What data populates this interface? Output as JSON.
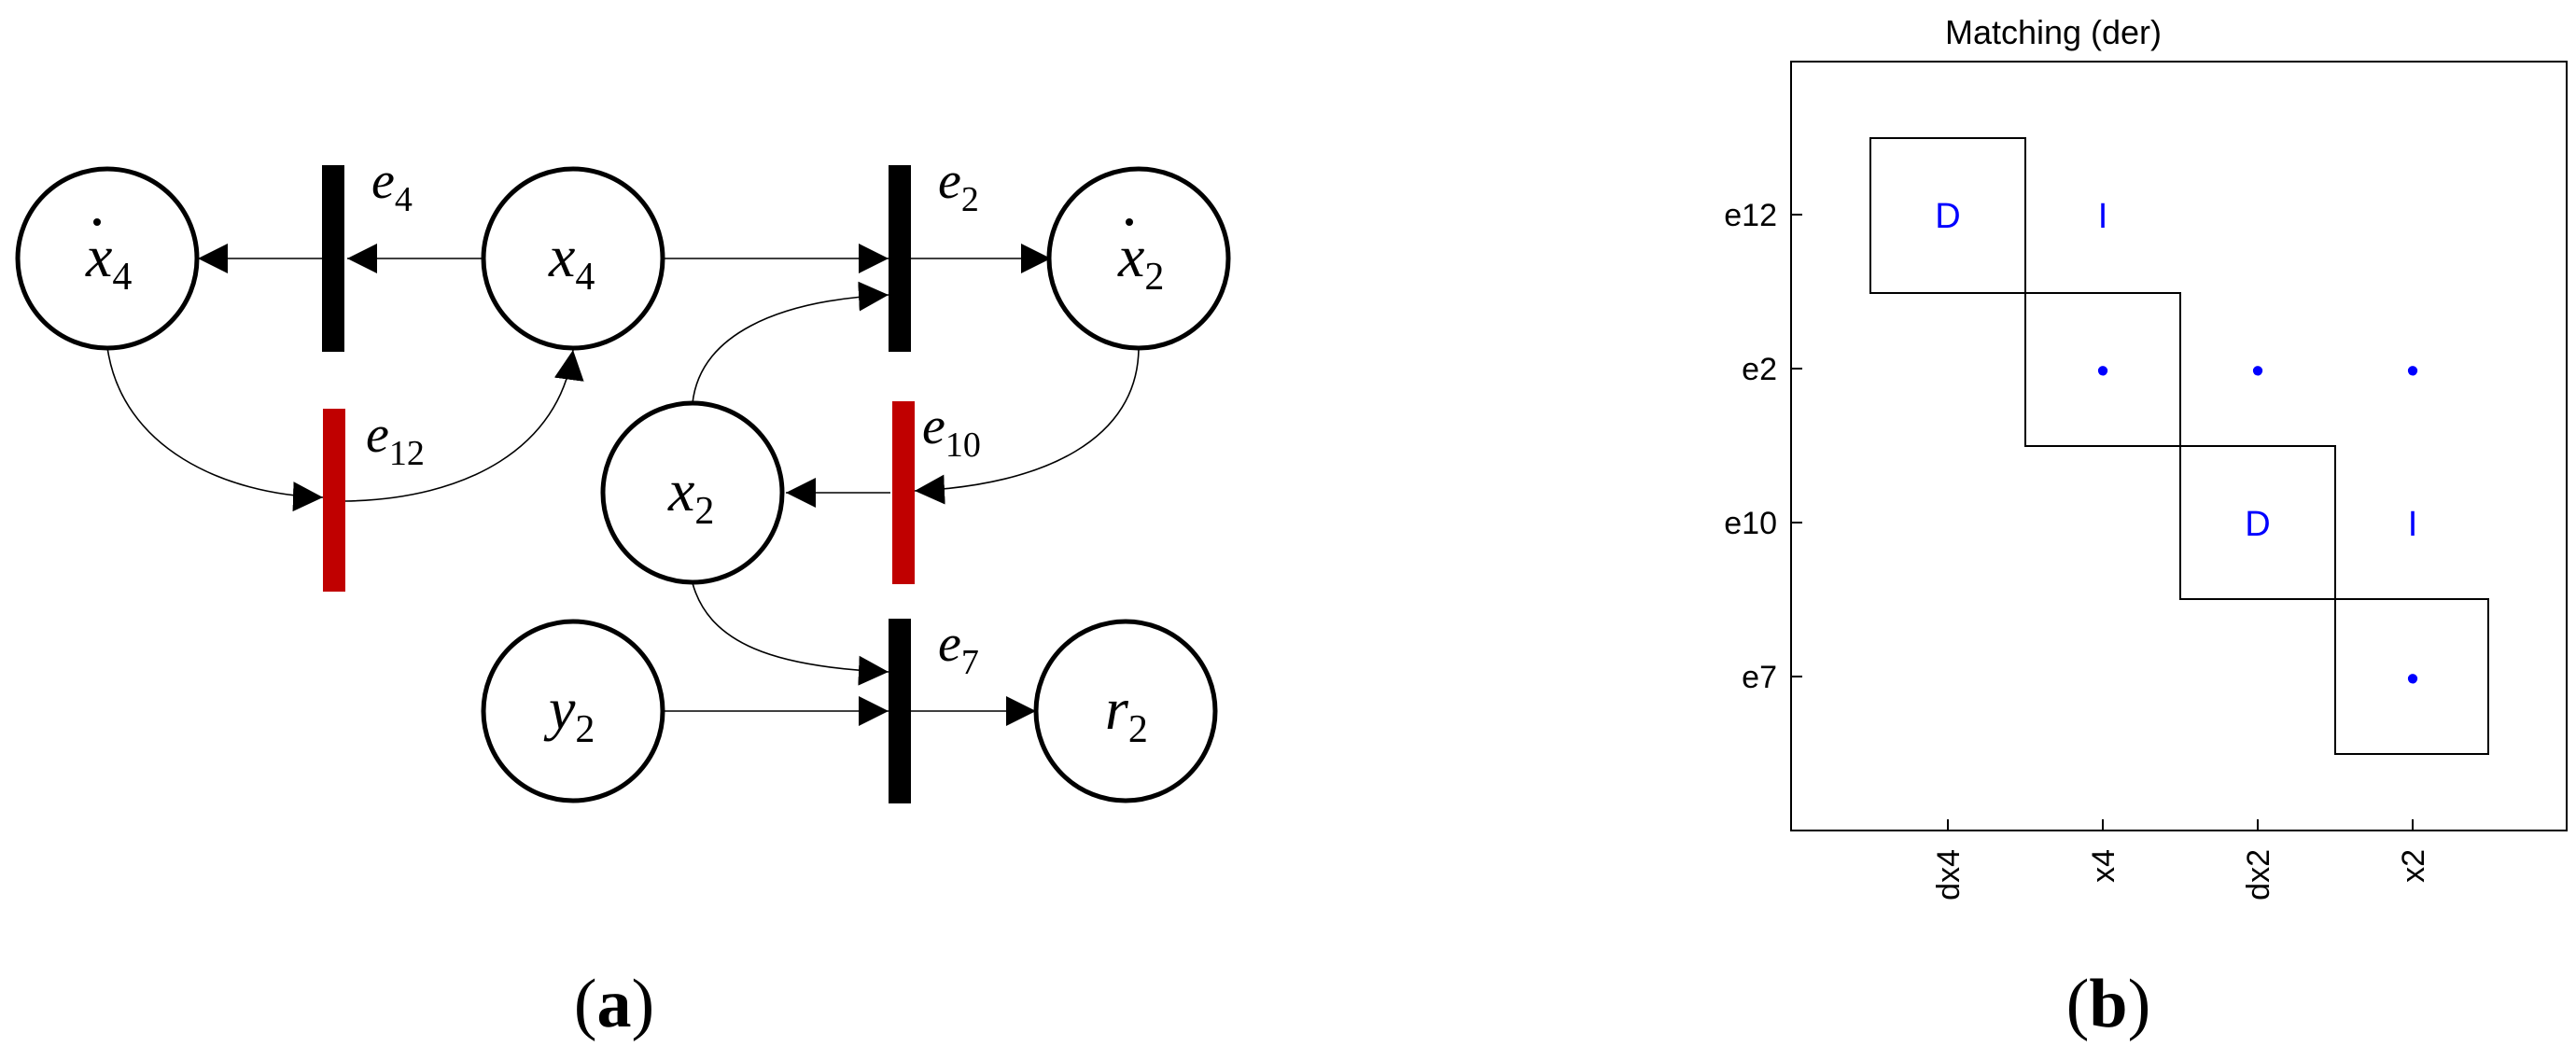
{
  "diagram_a": {
    "caption_letter": "a",
    "nodes": [
      {
        "id": "dx4",
        "base": "x",
        "sub": "4",
        "dot": true
      },
      {
        "id": "x4",
        "base": "x",
        "sub": "4",
        "dot": false
      },
      {
        "id": "dx2",
        "base": "x",
        "sub": "2",
        "dot": true
      },
      {
        "id": "x2",
        "base": "x",
        "sub": "2",
        "dot": false
      },
      {
        "id": "y2",
        "base": "y",
        "sub": "2",
        "dot": false
      },
      {
        "id": "r2",
        "base": "r",
        "sub": "2",
        "dot": false
      }
    ],
    "constraints": [
      {
        "id": "e4",
        "base": "e",
        "sub": "4",
        "color": "#000000"
      },
      {
        "id": "e2",
        "base": "e",
        "sub": "2",
        "color": "#000000"
      },
      {
        "id": "e12",
        "base": "e",
        "sub": "12",
        "color": "#c00000"
      },
      {
        "id": "e10",
        "base": "e",
        "sub": "10",
        "color": "#c00000"
      },
      {
        "id": "e7",
        "base": "e",
        "sub": "7",
        "color": "#000000"
      }
    ]
  },
  "diagram_b": {
    "caption_letter": "b",
    "title": "Matching (der)",
    "rows": [
      "e12",
      "e2",
      "e10",
      "e7"
    ],
    "columns": [
      "dx4",
      "x4",
      "dx2",
      "x2"
    ],
    "cells": [
      {
        "row": 0,
        "col": 0,
        "label": "D"
      },
      {
        "row": 0,
        "col": 1,
        "label": "I"
      },
      {
        "row": 1,
        "col": 1,
        "label": "•"
      },
      {
        "row": 1,
        "col": 2,
        "label": "•"
      },
      {
        "row": 1,
        "col": 3,
        "label": "•"
      },
      {
        "row": 2,
        "col": 2,
        "label": "D"
      },
      {
        "row": 2,
        "col": 3,
        "label": "I"
      },
      {
        "row": 3,
        "col": 3,
        "label": "•"
      }
    ],
    "cell_color": "#0000ff"
  }
}
